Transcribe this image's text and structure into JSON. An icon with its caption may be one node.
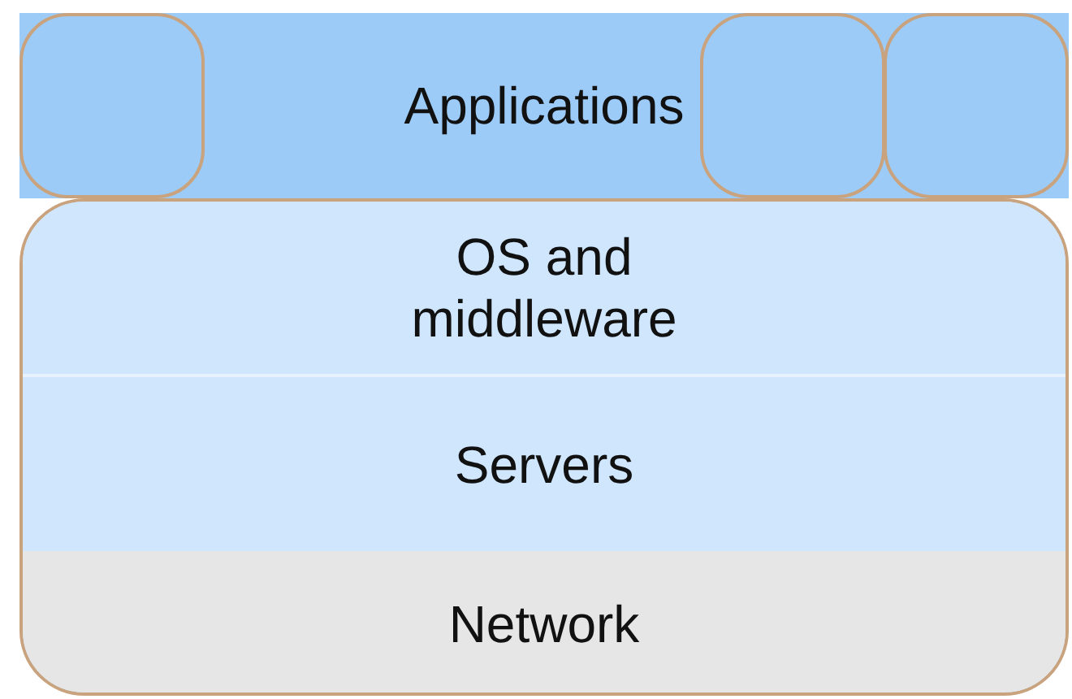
{
  "diagram": {
    "nodes": [
      {
        "text": [
          "Applications"
        ]
      },
      {
        "text": [],
        "shape": "box",
        "in": 0
      },
      {
        "text": [],
        "shape": "box",
        "in": 0
      },
      {
        "text": [],
        "shape": "box",
        "in": 0
      },
      {
        "text": [],
        "shape": "box"
      },
      {
        "text": [
          "OS and middleware"
        ],
        "in": 4
      },
      {
        "text": [
          "Servers"
        ],
        "in": 4
      },
      {
        "text": [
          "Network"
        ],
        "in": 4
      }
    ]
  }
}
